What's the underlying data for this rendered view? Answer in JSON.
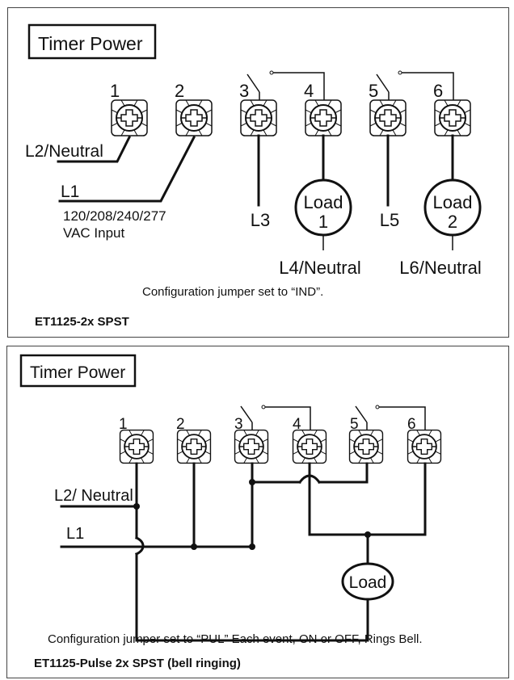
{
  "diagrams": [
    {
      "id": "et1125-2x-spst",
      "header_label": "Timer Power",
      "terminals": [
        "1",
        "2",
        "3",
        "4",
        "5",
        "6"
      ],
      "labels": {
        "l2_neutral": "L2/Neutral",
        "l1": "L1",
        "vac_line1": "120/208/240/277",
        "vac_line2": "VAC Input",
        "l3": "L3",
        "l5": "L5",
        "load1_line1": "Load",
        "load1_line2": "1",
        "load2_line1": "Load",
        "load2_line2": "2",
        "l4_neutral": "L4/Neutral",
        "l6_neutral": "L6/Neutral"
      },
      "note": "Configuration jumper set to “IND”.",
      "model": "ET1125-2x SPST"
    },
    {
      "id": "et1125-pulse-2x-spst",
      "header_label": "Timer Power",
      "terminals": [
        "1",
        "2",
        "3",
        "4",
        "5",
        "6"
      ],
      "labels": {
        "l2_neutral": "L2/ Neutral",
        "l1": "L1",
        "load": "Load"
      },
      "note": "Configuration jumper set to “PUL” Each event, ON or OFF, Rings Bell.",
      "model": "ET1125-Pulse 2x SPST (bell ringing)"
    }
  ],
  "colors": {
    "line": "#111111",
    "border": "#444444",
    "background": "#ffffff"
  }
}
